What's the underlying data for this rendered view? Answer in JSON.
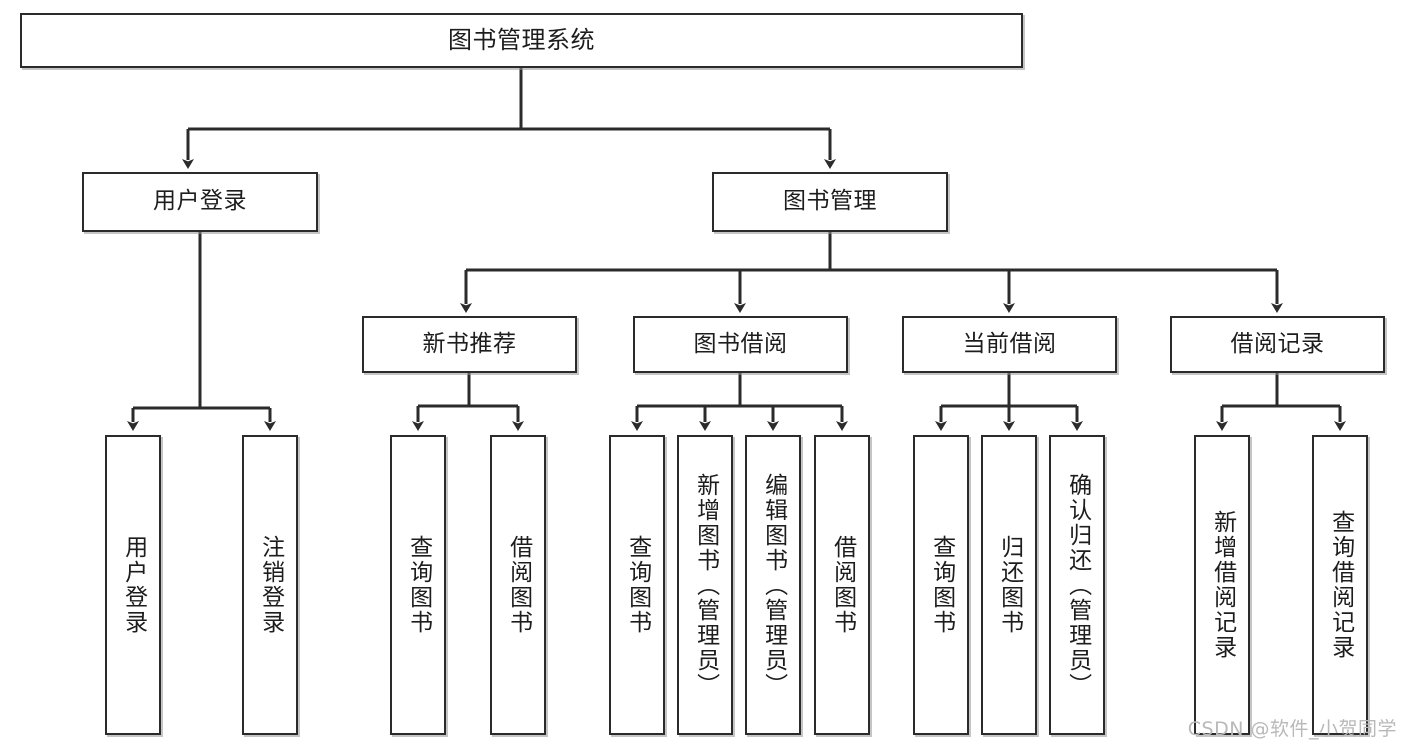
{
  "diagram": {
    "title": "图书管理系统",
    "type": "tree",
    "orientation": "top-down",
    "line_color": "#2b2b2b",
    "box_fill": "#ffffff",
    "box_border": "#2b2b2b",
    "text_color": "#1d1d1d"
  },
  "watermark": {
    "text": "CSDN @软件_小贺同学",
    "color": "#b9b9b9"
  },
  "nodes": {
    "root": {
      "label": "图书管理系统"
    },
    "level2": [
      {
        "label": "用户登录"
      },
      {
        "label": "图书管理"
      }
    ],
    "level3": [
      {
        "label": "新书推荐"
      },
      {
        "label": "图书借阅"
      },
      {
        "label": "当前借阅"
      },
      {
        "label": "借阅记录"
      }
    ],
    "leaves": {
      "user_login": [
        {
          "label": "用户登录"
        },
        {
          "label": "注销登录"
        }
      ],
      "new_book": [
        {
          "label": "查询图书"
        },
        {
          "label": "借阅图书"
        }
      ],
      "book_borrow": [
        {
          "label": "查询图书"
        },
        {
          "label": "新增图书（管理员）"
        },
        {
          "label": "编辑图书（管理员）"
        },
        {
          "label": "借阅图书"
        }
      ],
      "current_borrow": [
        {
          "label": "查询图书"
        },
        {
          "label": "归还图书"
        },
        {
          "label": "确认归还（管理员）"
        }
      ],
      "borrow_record": [
        {
          "label": "新增借阅记录"
        },
        {
          "label": "查询借阅记录"
        }
      ]
    }
  }
}
